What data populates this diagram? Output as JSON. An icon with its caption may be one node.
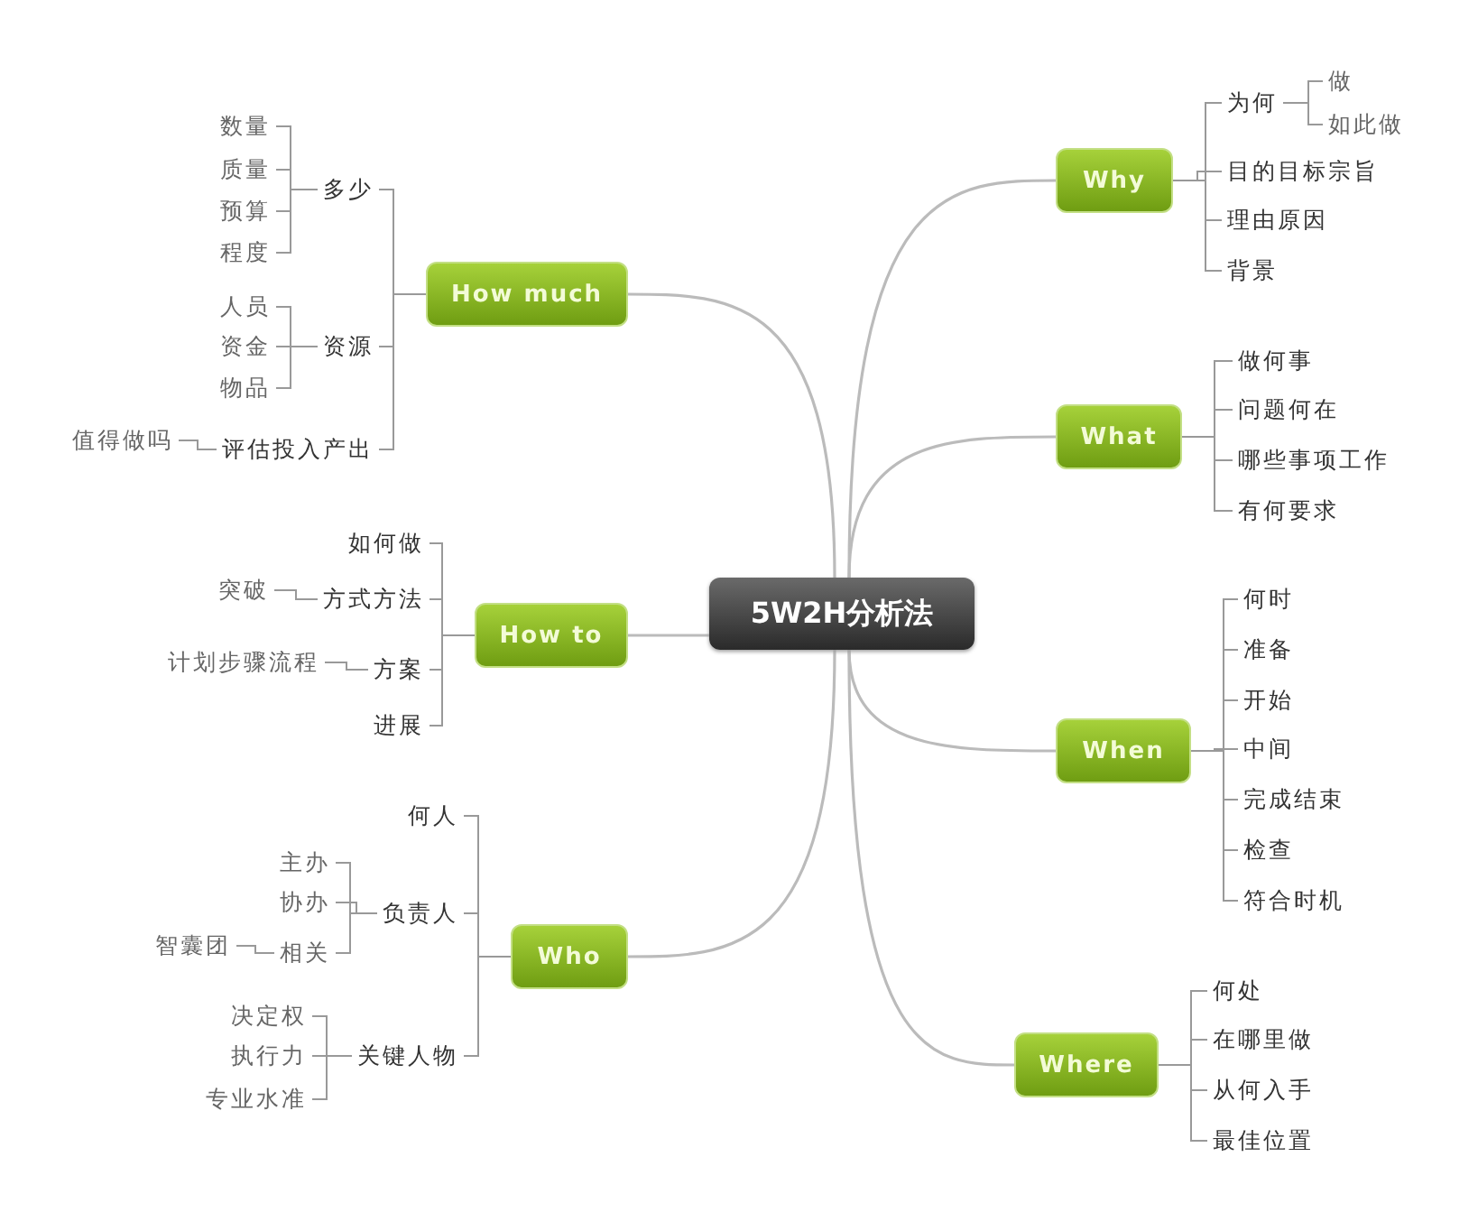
{
  "diagram": {
    "nodes": [
      {
        "text": [
          "5W2H分析法"
        ]
      },
      {
        "text": [
          "Why"
        ]
      },
      {
        "text": [
          "为何"
        ]
      },
      {
        "text": [
          "做"
        ]
      },
      {
        "text": [
          "如此做"
        ]
      },
      {
        "text": [
          "目的目标宗旨"
        ]
      },
      {
        "text": [
          "理由原因"
        ]
      },
      {
        "text": [
          "背景"
        ]
      },
      {
        "text": [
          "What"
        ]
      },
      {
        "text": [
          "做何事"
        ]
      },
      {
        "text": [
          "问题何在"
        ]
      },
      {
        "text": [
          "哪些事项工作"
        ]
      },
      {
        "text": [
          "有何要求"
        ]
      },
      {
        "text": [
          "When"
        ]
      },
      {
        "text": [
          "何时"
        ]
      },
      {
        "text": [
          "准备"
        ]
      },
      {
        "text": [
          "开始"
        ]
      },
      {
        "text": [
          "中间"
        ]
      },
      {
        "text": [
          "完成结束"
        ]
      },
      {
        "text": [
          "检查"
        ]
      },
      {
        "text": [
          "符合时机"
        ]
      },
      {
        "text": [
          "Where"
        ]
      },
      {
        "text": [
          "何处"
        ]
      },
      {
        "text": [
          "在哪里做"
        ]
      },
      {
        "text": [
          "从何入手"
        ]
      },
      {
        "text": [
          "最佳位置"
        ]
      },
      {
        "text": [
          "How much"
        ]
      },
      {
        "text": [
          "多少"
        ]
      },
      {
        "text": [
          "数量"
        ]
      },
      {
        "text": [
          "质量"
        ]
      },
      {
        "text": [
          "预算"
        ]
      },
      {
        "text": [
          "程度"
        ]
      },
      {
        "text": [
          "资源"
        ]
      },
      {
        "text": [
          "人员"
        ]
      },
      {
        "text": [
          "资金"
        ]
      },
      {
        "text": [
          "物品"
        ]
      },
      {
        "text": [
          "评估投入产出"
        ]
      },
      {
        "text": [
          "值得做吗"
        ]
      },
      {
        "text": [
          "How to"
        ]
      },
      {
        "text": [
          "如何做"
        ]
      },
      {
        "text": [
          "方式方法"
        ]
      },
      {
        "text": [
          "突破"
        ]
      },
      {
        "text": [
          "方案"
        ]
      },
      {
        "text": [
          "计划步骤流程"
        ]
      },
      {
        "text": [
          "进展"
        ]
      },
      {
        "text": [
          "Who"
        ]
      },
      {
        "text": [
          "何人"
        ]
      },
      {
        "text": [
          "负责人"
        ]
      },
      {
        "text": [
          "主办"
        ]
      },
      {
        "text": [
          "协办"
        ]
      },
      {
        "text": [
          "相关"
        ]
      },
      {
        "text": [
          "智囊团"
        ]
      },
      {
        "text": [
          "关键人物"
        ]
      },
      {
        "text": [
          "决定权"
        ]
      },
      {
        "text": [
          "执行力"
        ]
      },
      {
        "text": [
          "专业水准"
        ]
      }
    ],
    "edges": [
      {
        "from": 0,
        "to": 1,
        "arrow": "none"
      },
      {
        "from": 0,
        "to": 8,
        "arrow": "none"
      },
      {
        "from": 0,
        "to": 13,
        "arrow": "none"
      },
      {
        "from": 0,
        "to": 21,
        "arrow": "none"
      },
      {
        "from": 0,
        "to": 26,
        "arrow": "none"
      },
      {
        "from": 0,
        "to": 38,
        "arrow": "none"
      },
      {
        "from": 0,
        "to": 45,
        "arrow": "none"
      },
      {
        "from": 1,
        "to": 2,
        "arrow": "none"
      },
      {
        "from": 1,
        "to": 5,
        "arrow": "none"
      },
      {
        "from": 1,
        "to": 6,
        "arrow": "none"
      },
      {
        "from": 1,
        "to": 7,
        "arrow": "none"
      },
      {
        "from": 2,
        "to": 3,
        "arrow": "none"
      },
      {
        "from": 2,
        "to": 4,
        "arrow": "none"
      },
      {
        "from": 8,
        "to": 9,
        "arrow": "none"
      },
      {
        "from": 8,
        "to": 10,
        "arrow": "none"
      },
      {
        "from": 8,
        "to": 11,
        "arrow": "none"
      },
      {
        "from": 8,
        "to": 12,
        "arrow": "none"
      },
      {
        "from": 13,
        "to": 14,
        "arrow": "none"
      },
      {
        "from": 13,
        "to": 15,
        "arrow": "none"
      },
      {
        "from": 13,
        "to": 16,
        "arrow": "none"
      },
      {
        "from": 13,
        "to": 17,
        "arrow": "none"
      },
      {
        "from": 13,
        "to": 18,
        "arrow": "none"
      },
      {
        "from": 13,
        "to": 19,
        "arrow": "none"
      },
      {
        "from": 13,
        "to": 20,
        "arrow": "none"
      },
      {
        "from": 21,
        "to": 22,
        "arrow": "none"
      },
      {
        "from": 21,
        "to": 23,
        "arrow": "none"
      },
      {
        "from": 21,
        "to": 24,
        "arrow": "none"
      },
      {
        "from": 21,
        "to": 25,
        "arrow": "none"
      },
      {
        "from": 26,
        "to": 27,
        "arrow": "none"
      },
      {
        "from": 26,
        "to": 32,
        "arrow": "none"
      },
      {
        "from": 26,
        "to": 36,
        "arrow": "none"
      },
      {
        "from": 27,
        "to": 28,
        "arrow": "none"
      },
      {
        "from": 27,
        "to": 29,
        "arrow": "none"
      },
      {
        "from": 27,
        "to": 30,
        "arrow": "none"
      },
      {
        "from": 27,
        "to": 31,
        "arrow": "none"
      },
      {
        "from": 32,
        "to": 33,
        "arrow": "none"
      },
      {
        "from": 32,
        "to": 34,
        "arrow": "none"
      },
      {
        "from": 32,
        "to": 35,
        "arrow": "none"
      },
      {
        "from": 36,
        "to": 37,
        "arrow": "none"
      },
      {
        "from": 38,
        "to": 39,
        "arrow": "none"
      },
      {
        "from": 38,
        "to": 40,
        "arrow": "none"
      },
      {
        "from": 38,
        "to": 42,
        "arrow": "none"
      },
      {
        "from": 38,
        "to": 44,
        "arrow": "none"
      },
      {
        "from": 40,
        "to": 41,
        "arrow": "none"
      },
      {
        "from": 42,
        "to": 43,
        "arrow": "none"
      },
      {
        "from": 45,
        "to": 46,
        "arrow": "none"
      },
      {
        "from": 45,
        "to": 47,
        "arrow": "none"
      },
      {
        "from": 45,
        "to": 52,
        "arrow": "none"
      },
      {
        "from": 47,
        "to": 48,
        "arrow": "none"
      },
      {
        "from": 47,
        "to": 49,
        "arrow": "none"
      },
      {
        "from": 47,
        "to": 50,
        "arrow": "none"
      },
      {
        "from": 50,
        "to": 51,
        "arrow": "none"
      },
      {
        "from": 52,
        "to": 53,
        "arrow": "none"
      },
      {
        "from": 52,
        "to": 54,
        "arrow": "none"
      },
      {
        "from": 52,
        "to": 55,
        "arrow": "none"
      }
    ]
  }
}
